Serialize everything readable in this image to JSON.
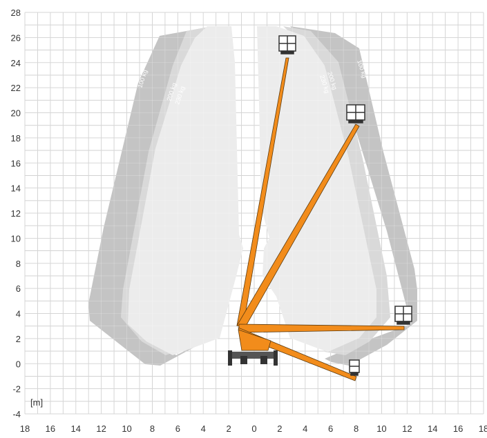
{
  "chart_data": {
    "type": "diagram",
    "unit_label": "[m]",
    "x_ticks": [
      "18",
      "16",
      "14",
      "12",
      "10",
      "8",
      "6",
      "4",
      "2",
      "0",
      "2",
      "4",
      "6",
      "8",
      "10",
      "12",
      "14",
      "16",
      "18"
    ],
    "y_ticks": [
      "28",
      "26",
      "24",
      "22",
      "20",
      "18",
      "16",
      "14",
      "12",
      "10",
      "8",
      "6",
      "4",
      "2",
      "0",
      "-2",
      "-4"
    ],
    "load_zones": [
      {
        "label": "100 kg",
        "color": "#c4c4c4"
      },
      {
        "label": "200 kg",
        "color": "#d9d9d9"
      },
      {
        "label": "230 kg",
        "color": "#ececec"
      }
    ],
    "zone_labels_left": [
      "100 kg",
      "200 kg",
      "230 kg"
    ],
    "zone_labels_right": [
      "100 kg",
      "200 kg",
      "230 kg"
    ],
    "boom_color": "#f28c1b",
    "grid": true
  }
}
